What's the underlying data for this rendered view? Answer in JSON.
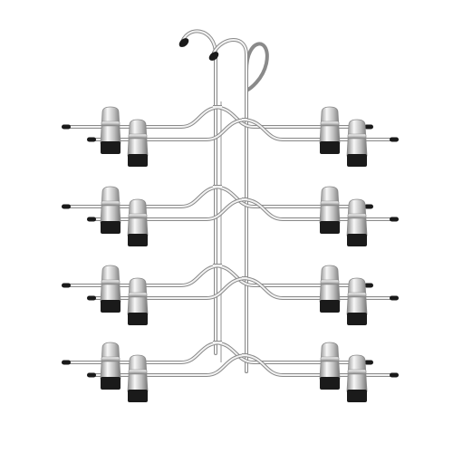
{
  "product": {
    "subject": "tiered-clip-hanger",
    "tier_count": 4,
    "clips_per_tier": 4
  },
  "colors": {
    "background": "#ffffff",
    "chrome_light": "#f2f2f2",
    "chrome_mid": "#c9c9c9",
    "chrome_dark": "#8a8a8a",
    "rubber_black": "#1a1a1a"
  }
}
